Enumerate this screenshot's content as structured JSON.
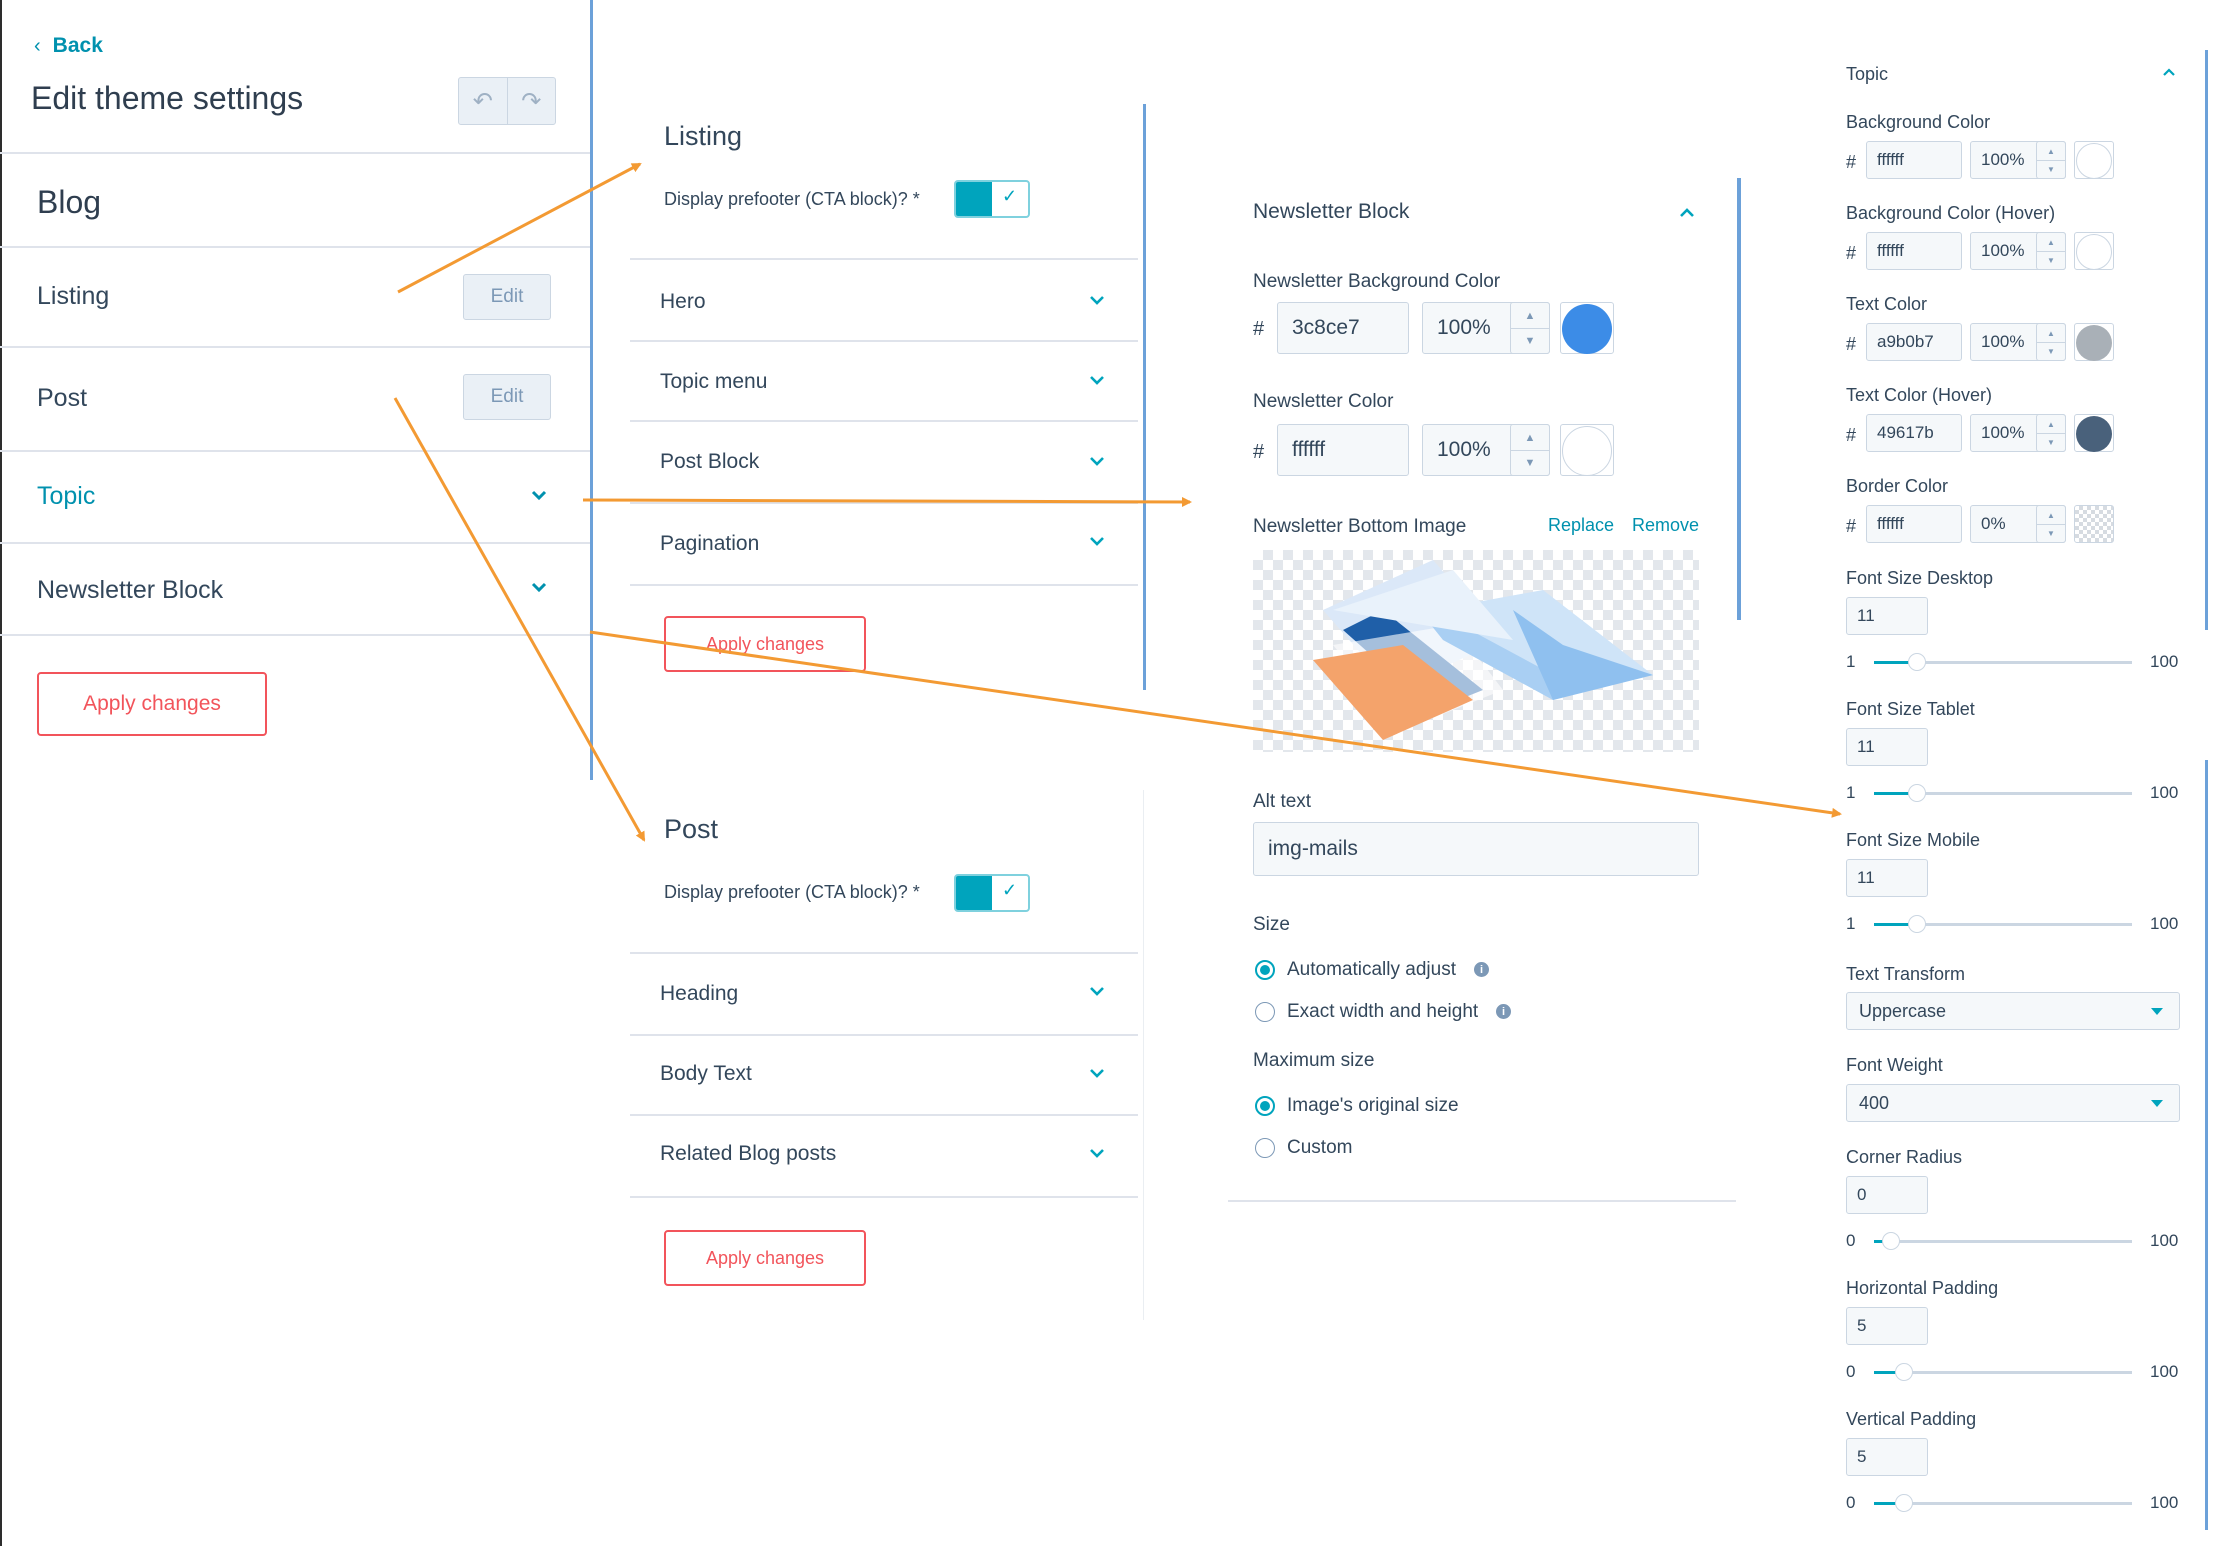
{
  "left": {
    "back_label": "Back",
    "title": "Edit theme settings",
    "section": "Blog",
    "rows": [
      {
        "label": "Listing",
        "button": "Edit"
      },
      {
        "label": "Post",
        "button": "Edit"
      },
      {
        "label": "Topic"
      },
      {
        "label": "Newsletter Block"
      }
    ],
    "apply_label": "Apply changes"
  },
  "listing": {
    "heading": "Listing",
    "toggle_label": "Display prefooter (CTA block)? *",
    "toggle_on": true,
    "items": [
      "Hero",
      "Topic menu",
      "Post Block",
      "Pagination"
    ],
    "apply_label": "Apply changes"
  },
  "post": {
    "heading": "Post",
    "toggle_label": "Display prefooter (CTA block)? *",
    "toggle_on": true,
    "items": [
      "Heading",
      "Body Text",
      "Related Blog posts"
    ],
    "apply_label": "Apply changes"
  },
  "newsletter": {
    "heading": "Newsletter Block",
    "bg_color_label": "Newsletter Background Color",
    "bg_color_hex": "3c8ce7",
    "bg_color_opacity": "100%",
    "bg_swatch": "#3c8ce7",
    "color_label": "Newsletter Color",
    "color_hex": "ffffff",
    "color_opacity": "100%",
    "color_swatch": "#ffffff",
    "image_label": "Newsletter Bottom Image",
    "replace_label": "Replace",
    "remove_label": "Remove",
    "alt_label": "Alt text",
    "alt_value": "img-mails",
    "size_label": "Size",
    "size_options": [
      "Automatically adjust",
      "Exact width and height"
    ],
    "size_selected": 0,
    "max_label": "Maximum size",
    "max_options": [
      "Image's original size",
      "Custom"
    ],
    "max_selected": 0
  },
  "topic": {
    "heading": "Topic",
    "colors": [
      {
        "label": "Background Color",
        "hex": "ffffff",
        "opacity": "100%",
        "swatch": "#ffffff"
      },
      {
        "label": "Background Color (Hover)",
        "hex": "ffffff",
        "opacity": "100%",
        "swatch": "#ffffff"
      },
      {
        "label": "Text Color",
        "hex": "a9b0b7",
        "opacity": "100%",
        "swatch": "#a9b0b7"
      },
      {
        "label": "Text Color (Hover)",
        "hex": "49617b",
        "opacity": "100%",
        "swatch": "#49617b"
      },
      {
        "label": "Border Color",
        "hex": "ffffff",
        "opacity": "0%",
        "swatch": "transparent"
      }
    ],
    "sliders": [
      {
        "label": "Font Size Desktop",
        "value": "11",
        "min": "1",
        "max": "100"
      },
      {
        "label": "Font Size Tablet",
        "value": "11",
        "min": "1",
        "max": "100"
      },
      {
        "label": "Font Size Mobile",
        "value": "11",
        "min": "1",
        "max": "100"
      }
    ],
    "text_transform_label": "Text Transform",
    "text_transform_value": "Uppercase",
    "font_weight_label": "Font Weight",
    "font_weight_value": "400",
    "sliders2": [
      {
        "label": "Corner Radius",
        "value": "0",
        "min": "0",
        "max": "100"
      },
      {
        "label": "Horizontal Padding",
        "value": "5",
        "min": "0",
        "max": "100"
      },
      {
        "label": "Vertical Padding",
        "value": "5",
        "min": "0",
        "max": "100"
      }
    ]
  },
  "colors": {
    "accent": "#00a4bd",
    "link": "#0091ae",
    "apply": "#f2545b",
    "arrow": "#f39a33",
    "divider": "#6ca1d9"
  }
}
